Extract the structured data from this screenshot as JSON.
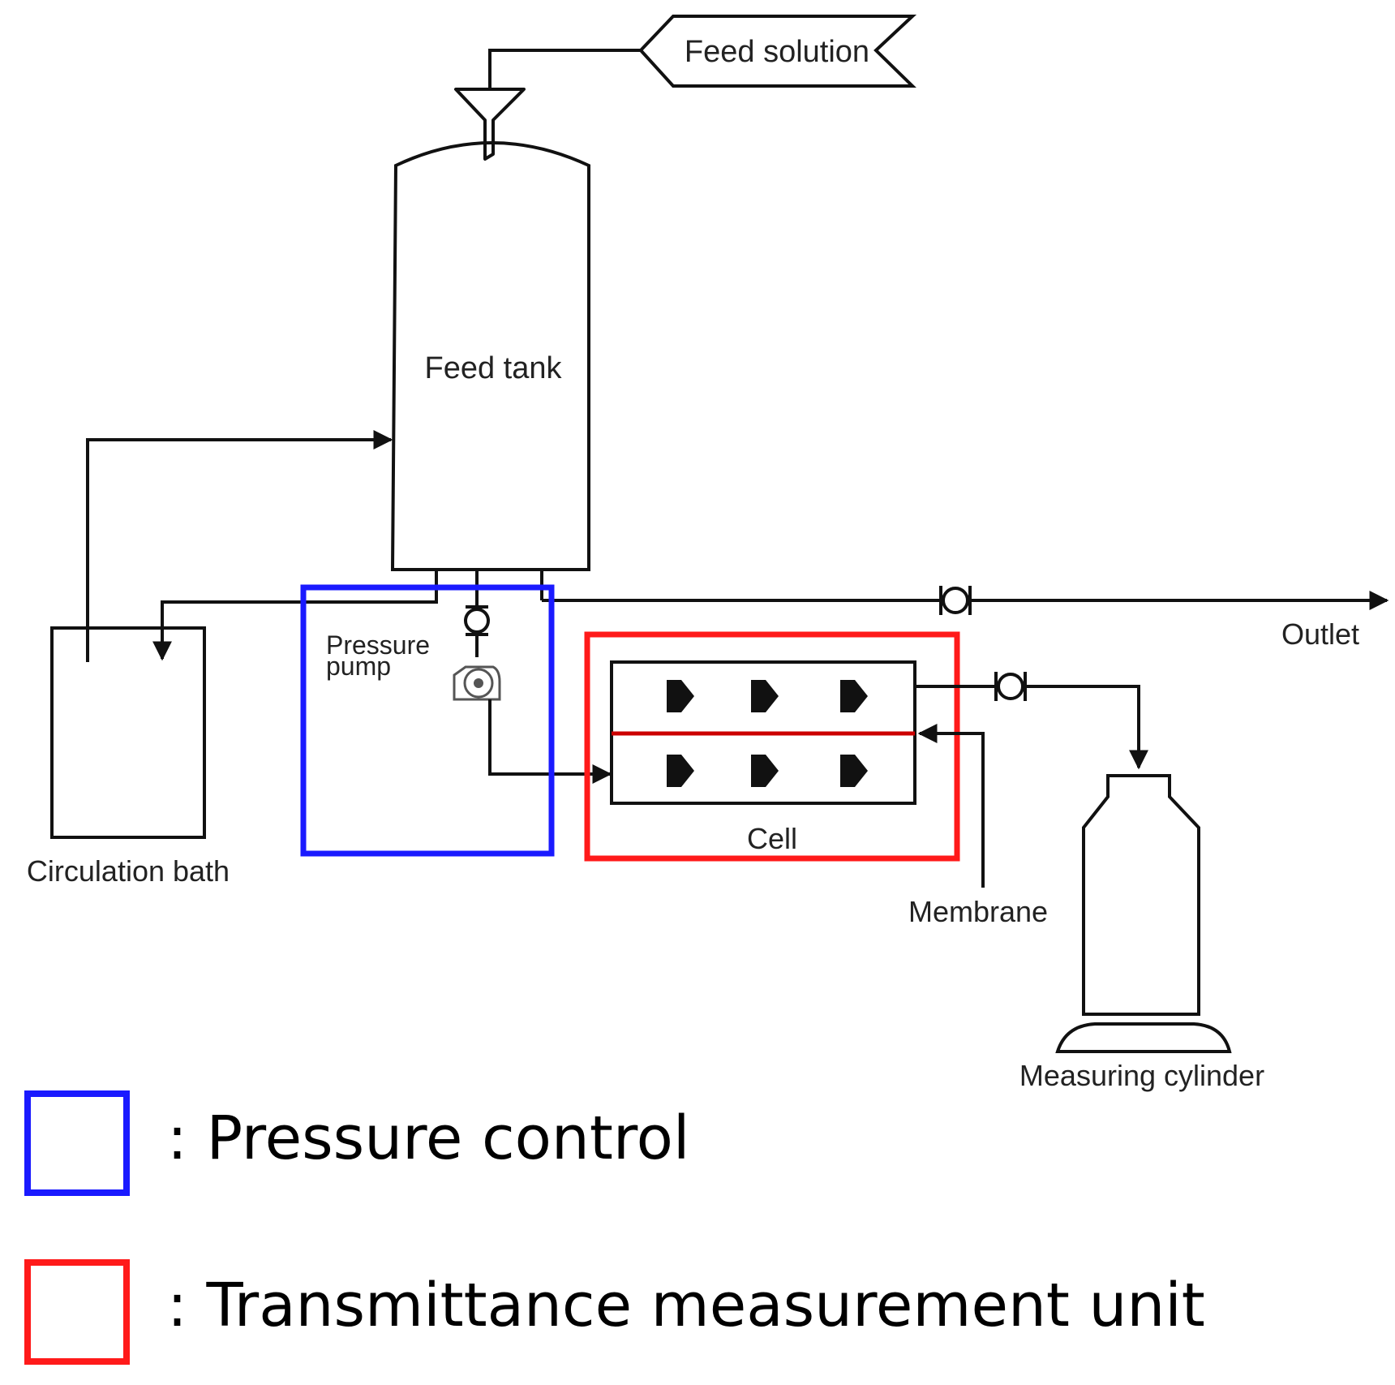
{
  "labels": {
    "feed_solution": "Feed solution",
    "feed_tank": "Feed tank",
    "outlet": "Outlet",
    "pressure_pump_line1": "Pressure",
    "pressure_pump_line2": "pump",
    "circulation_bath": "Circulation bath",
    "cell": "Cell",
    "membrane": "Membrane",
    "measuring_cylinder": "Measuring cylinder"
  },
  "legend": [
    {
      "text": ": Pressure control",
      "color": "#1a1aff"
    },
    {
      "text": ": Transmittance measurement unit",
      "color": "#ff1a1a"
    }
  ],
  "colors": {
    "line": "#111111",
    "pressure_box": "#1a1aff",
    "transmittance_box": "#ff1a1a",
    "membrane_line": "#cc0000"
  }
}
